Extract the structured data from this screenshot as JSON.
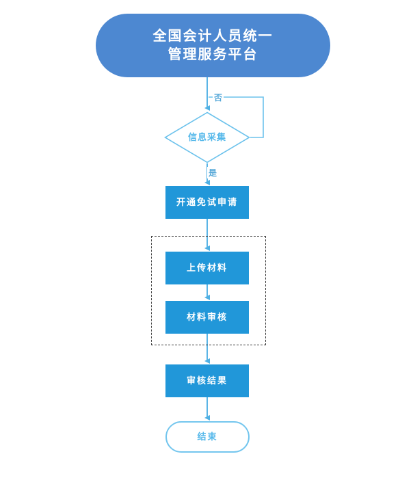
{
  "diagram": {
    "type": "flowchart",
    "title_node": {
      "id": "title",
      "shape": "pill",
      "line1": "全国会计人员统一",
      "line2": "管理服务平台",
      "fill": "#4d88d1",
      "text_color": "#ffffff"
    },
    "decision_node": {
      "id": "decision-info-collect",
      "shape": "diamond",
      "label": "信息采集",
      "stroke": "#6cc2ec",
      "text_color": "#55b8ea"
    },
    "process_nodes": [
      {
        "id": "open-exemption-application",
        "label": "开通免试申请",
        "shape": "rect",
        "fill": "#2197d9",
        "text_color": "#ffffff"
      },
      {
        "id": "upload-materials",
        "label": "上传材料",
        "shape": "rect",
        "fill": "#2197d9",
        "text_color": "#ffffff"
      },
      {
        "id": "material-review",
        "label": "材料审核",
        "shape": "rect",
        "fill": "#2197d9",
        "text_color": "#ffffff"
      },
      {
        "id": "review-result",
        "label": "审核结果",
        "shape": "rect",
        "fill": "#2197d9",
        "text_color": "#ffffff"
      }
    ],
    "end_node": {
      "id": "end",
      "shape": "pill-outline",
      "label": "结束",
      "stroke": "#74c6ee",
      "fill": "#ffffff",
      "text_color": "#55b8ea"
    },
    "group_box": {
      "id": "material-group",
      "style": "dashed",
      "stroke": "#3d3d3d",
      "contains": [
        "upload-materials",
        "material-review"
      ]
    },
    "edge_labels": {
      "no": "否",
      "yes": "是"
    },
    "connector_color": "#5bb5e6",
    "loop_back_color": "#6cc2ec"
  }
}
